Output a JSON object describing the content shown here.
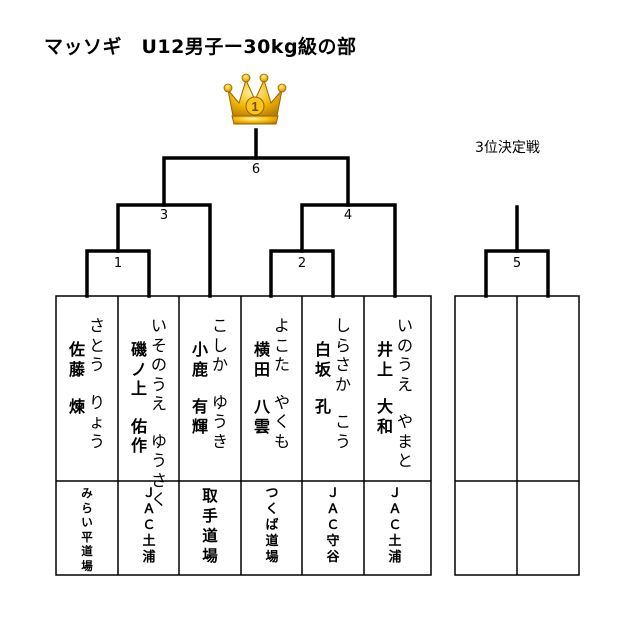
{
  "title": "マッソギ　U12男子ー30kg級の部",
  "third_place_label": "3位決定戦",
  "crown": {
    "icon": "crown-icon",
    "number": "1",
    "gold": "#f2b705",
    "gold_dark": "#b07a00"
  },
  "matches": [
    {
      "id": "m1",
      "number": "1"
    },
    {
      "id": "m2",
      "number": "2"
    },
    {
      "id": "m3",
      "number": "3"
    },
    {
      "id": "m4",
      "number": "4"
    },
    {
      "id": "m5",
      "number": "5"
    },
    {
      "id": "m6",
      "number": "6"
    }
  ],
  "competitors": [
    {
      "kana_given": "りょう",
      "kana_family": "さとう",
      "given": "煉",
      "family": "佐藤",
      "club": "みらい平道場"
    },
    {
      "kana_given": "ゆうさく",
      "kana_family": "いそのうえ",
      "given": "佑作",
      "family": "磯ノ上",
      "club": "ＪＡＣ土浦"
    },
    {
      "kana_given": "ゆうき",
      "kana_family": "こしか",
      "given": "有輝",
      "family": "小鹿",
      "club": "取手道場"
    },
    {
      "kana_given": "やくも",
      "kana_family": "よこた",
      "given": "八雲",
      "family": "横田",
      "club": "つくば道場"
    },
    {
      "kana_given": "こう",
      "kana_family": "しらさか",
      "given": "孔",
      "family": "白坂",
      "club": "ＪＡＣ守谷"
    },
    {
      "kana_given": "やまと",
      "kana_family": "いのうえ",
      "given": "大和",
      "family": "井上",
      "club": "ＪＡＣ土浦"
    }
  ]
}
